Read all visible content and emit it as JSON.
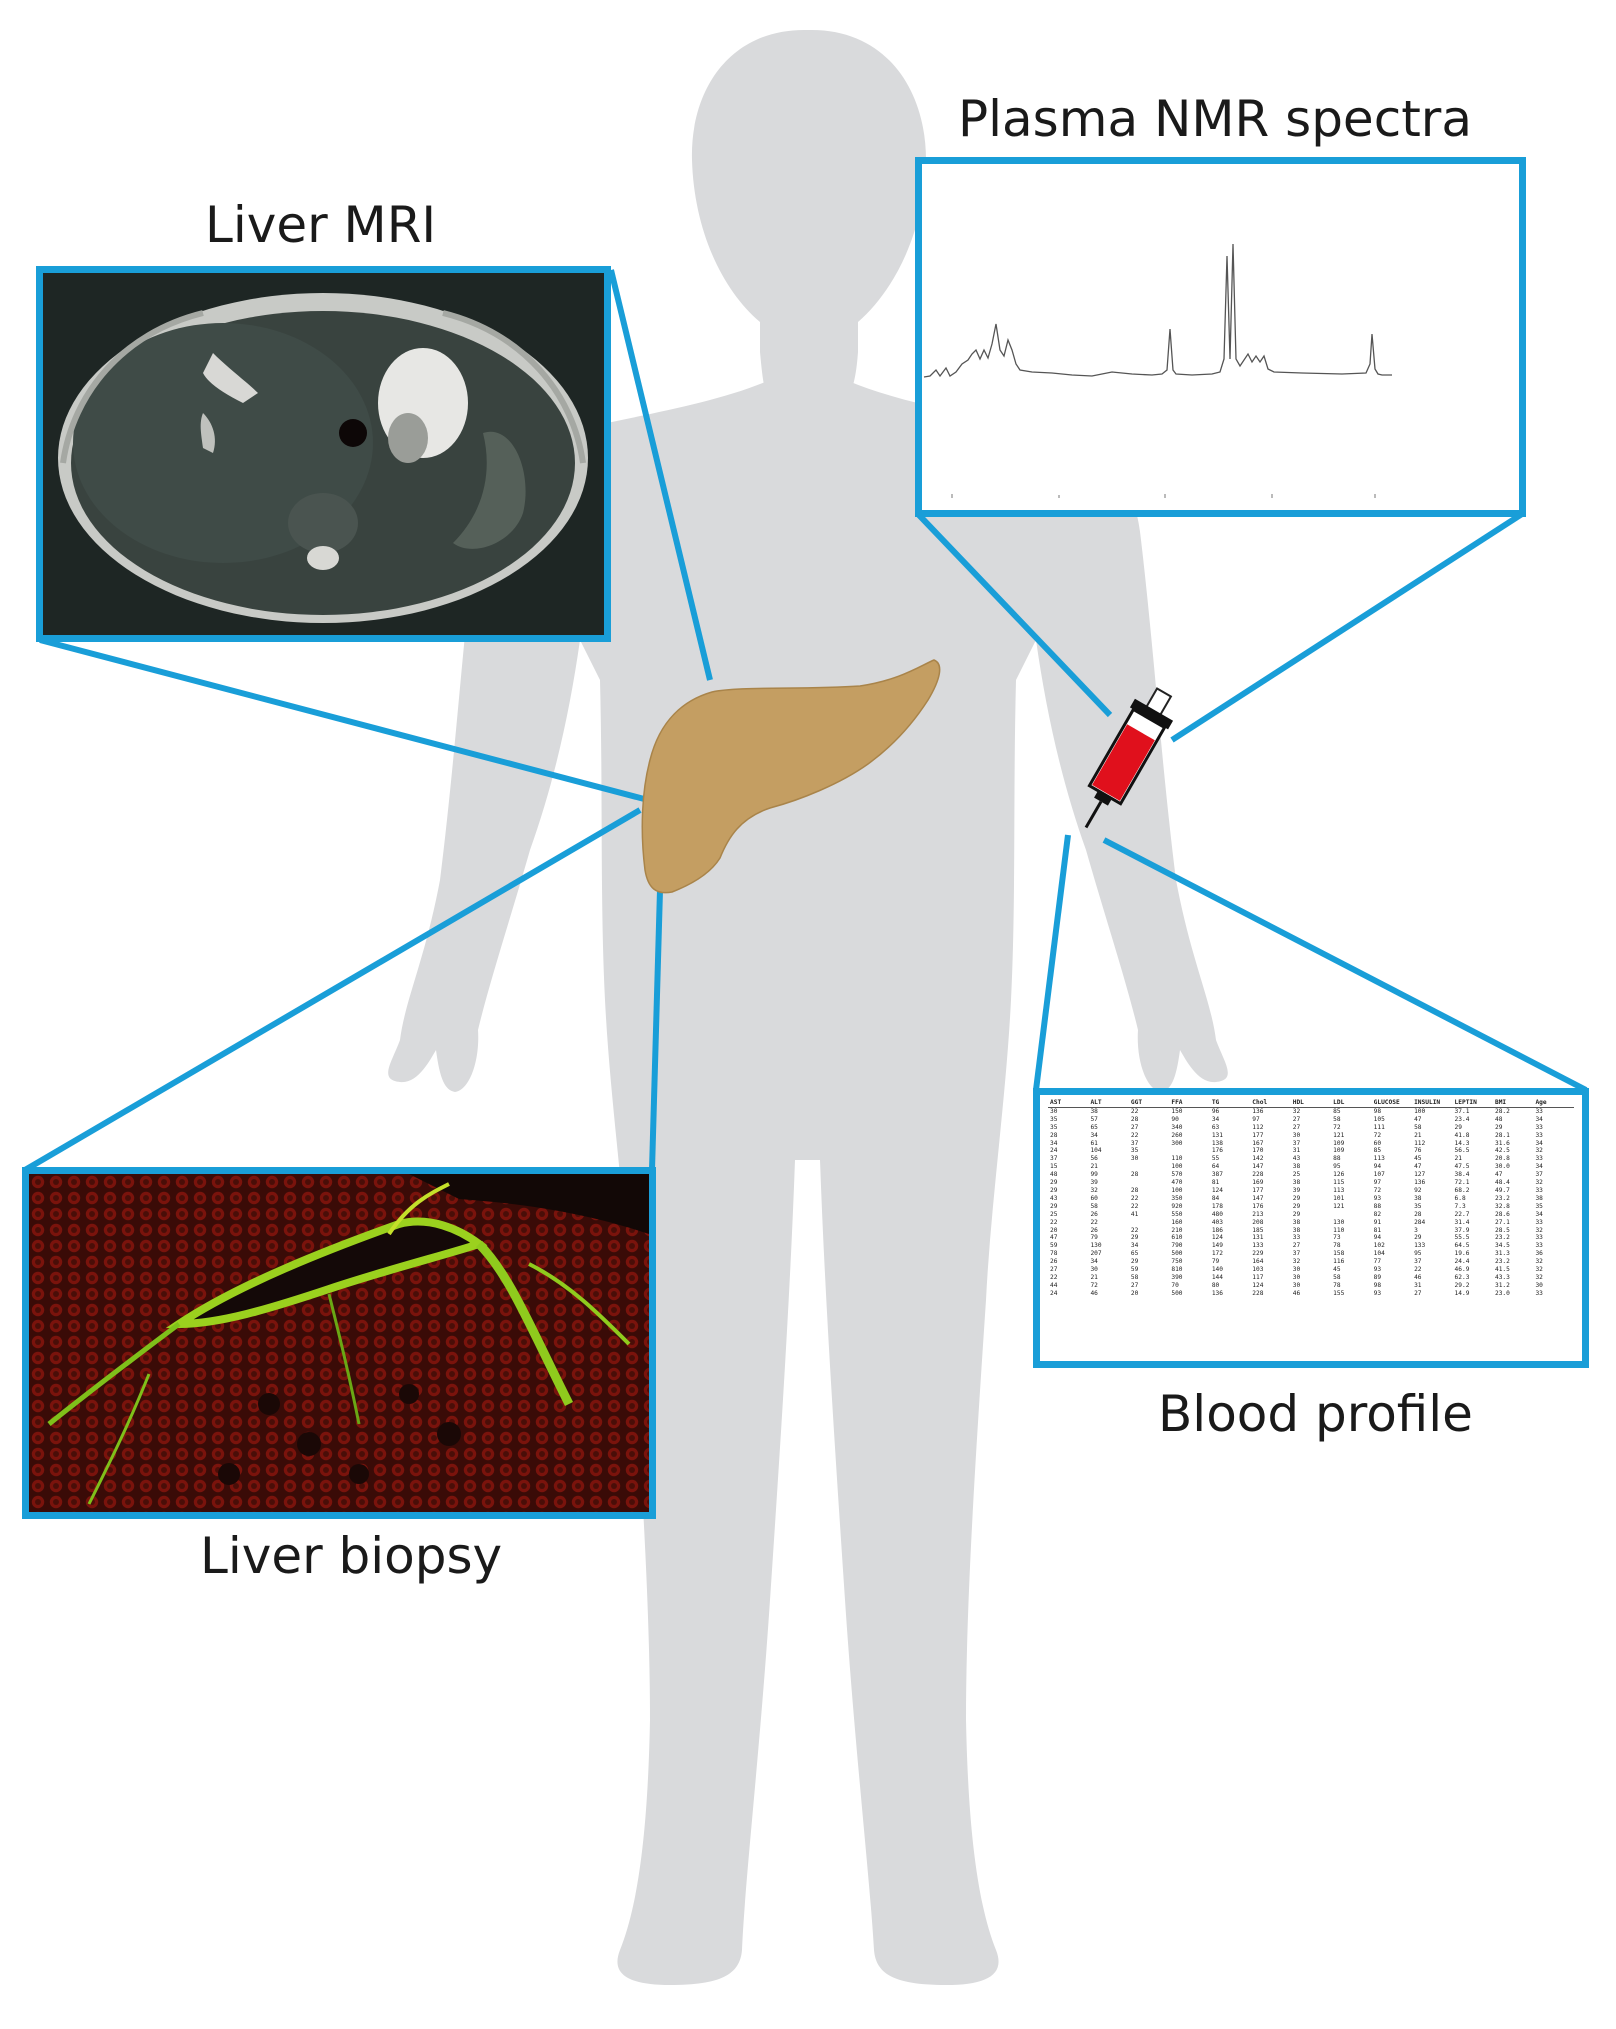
{
  "labels": {
    "liver_mri": "Liver MRI",
    "plasma_nmr": "Plasma NMR spectra",
    "blood_profile": "Blood profile",
    "liver_biopsy": "Liver biopsy"
  },
  "colors": {
    "callout_border": "#199ed8",
    "body_silhouette": "#d9dadc",
    "liver": "#c49e62",
    "blood": "#e0101c"
  },
  "blood_table": {
    "headers": [
      "AST",
      "ALT",
      "GGT",
      "FFA",
      "TG",
      "Chol",
      "HDL",
      "LDL",
      "GLUCOSE",
      "INSULIN",
      "LEPTIN",
      "BMI",
      "Age"
    ],
    "rows": [
      [
        "30",
        "38",
        "22",
        "150",
        "96",
        "136",
        "32",
        "85",
        "98",
        "100",
        "37.1",
        "28.2",
        "33"
      ],
      [
        "35",
        "57",
        "28",
        "90",
        "34",
        "97",
        "27",
        "58",
        "105",
        "47",
        "23.4",
        "48",
        "34"
      ],
      [
        "35",
        "65",
        "27",
        "340",
        "63",
        "112",
        "27",
        "72",
        "111",
        "58",
        "29",
        "29",
        "33"
      ],
      [
        "28",
        "34",
        "22",
        "260",
        "131",
        "177",
        "30",
        "121",
        "72",
        "21",
        "41.8",
        "28.1",
        "33"
      ],
      [
        "34",
        "61",
        "37",
        "300",
        "138",
        "167",
        "37",
        "109",
        "60",
        "112",
        "14.3",
        "31.6",
        "34"
      ],
      [
        "24",
        "104",
        "35",
        "",
        "176",
        "170",
        "31",
        "109",
        "85",
        "76",
        "56.5",
        "42.5",
        "32"
      ],
      [
        "37",
        "56",
        "30",
        "110",
        "55",
        "142",
        "43",
        "88",
        "113",
        "45",
        "21",
        "20.8",
        "33"
      ],
      [
        "15",
        "21",
        "",
        "100",
        "64",
        "147",
        "38",
        "95",
        "94",
        "47",
        "47.5",
        "30.0",
        "34"
      ],
      [
        "48",
        "99",
        "28",
        "570",
        "387",
        "228",
        "25",
        "126",
        "107",
        "127",
        "38.4",
        "47",
        "37"
      ],
      [
        "29",
        "39",
        "",
        "470",
        "81",
        "169",
        "38",
        "115",
        "97",
        "136",
        "72.1",
        "48.4",
        "32"
      ],
      [
        "29",
        "32",
        "28",
        "100",
        "124",
        "177",
        "39",
        "113",
        "72",
        "92",
        "68.2",
        "49.7",
        "33"
      ],
      [
        "43",
        "60",
        "22",
        "350",
        "84",
        "147",
        "29",
        "101",
        "93",
        "38",
        "6.8",
        "23.2",
        "38"
      ],
      [
        "29",
        "58",
        "22",
        "920",
        "178",
        "176",
        "29",
        "121",
        "88",
        "35",
        "7.3",
        "32.8",
        "35"
      ],
      [
        "25",
        "26",
        "41",
        "550",
        "480",
        "213",
        "29",
        "",
        "82",
        "28",
        "22.7",
        "28.6",
        "34"
      ],
      [
        "22",
        "22",
        "",
        "160",
        "403",
        "208",
        "38",
        "130",
        "91",
        "284",
        "31.4",
        "27.1",
        "33"
      ],
      [
        "20",
        "26",
        "22",
        "210",
        "186",
        "185",
        "38",
        "110",
        "81",
        "3",
        "37.9",
        "28.5",
        "32"
      ],
      [
        "47",
        "79",
        "29",
        "610",
        "124",
        "131",
        "33",
        "73",
        "94",
        "29",
        "55.5",
        "23.2",
        "33"
      ],
      [
        "59",
        "130",
        "34",
        "790",
        "149",
        "133",
        "27",
        "78",
        "102",
        "133",
        "64.5",
        "34.5",
        "33"
      ],
      [
        "78",
        "207",
        "65",
        "500",
        "172",
        "229",
        "37",
        "158",
        "104",
        "95",
        "19.6",
        "31.3",
        "36"
      ],
      [
        "26",
        "34",
        "29",
        "750",
        "79",
        "164",
        "32",
        "116",
        "77",
        "37",
        "24.4",
        "23.2",
        "32"
      ],
      [
        "27",
        "30",
        "59",
        "810",
        "140",
        "103",
        "30",
        "45",
        "93",
        "22",
        "46.9",
        "41.5",
        "32"
      ],
      [
        "22",
        "21",
        "58",
        "390",
        "144",
        "117",
        "30",
        "58",
        "89",
        "46",
        "62.3",
        "43.3",
        "32"
      ],
      [
        "44",
        "72",
        "27",
        "70",
        "80",
        "124",
        "30",
        "78",
        "98",
        "31",
        "29.2",
        "31.2",
        "30"
      ],
      [
        "24",
        "46",
        "20",
        "500",
        "136",
        "228",
        "46",
        "155",
        "93",
        "27",
        "14.9",
        "23.0",
        "33"
      ]
    ]
  }
}
